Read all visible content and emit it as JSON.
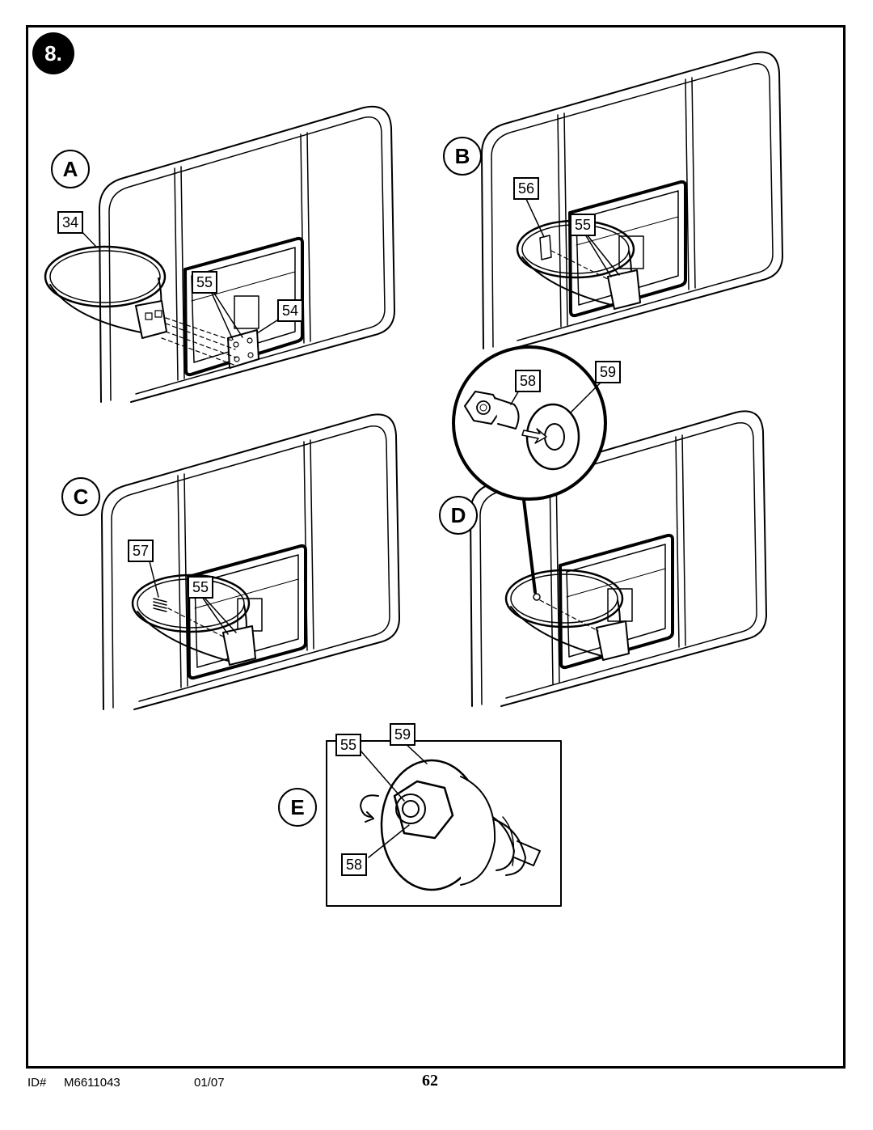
{
  "step": {
    "number": "8."
  },
  "panels": {
    "A": {
      "letter": "A",
      "callouts": [
        "34",
        "55",
        "54"
      ]
    },
    "B": {
      "letter": "B",
      "callouts": [
        "56",
        "55"
      ]
    },
    "C": {
      "letter": "C",
      "callouts": [
        "57",
        "55"
      ]
    },
    "D": {
      "letter": "D",
      "callouts": [
        "58",
        "59"
      ]
    },
    "E": {
      "letter": "E",
      "callouts": [
        "55",
        "59",
        "58"
      ]
    }
  },
  "footer": {
    "id_label": "ID#",
    "id_value": "M6611043",
    "date": "01/07",
    "page_number": "62"
  }
}
